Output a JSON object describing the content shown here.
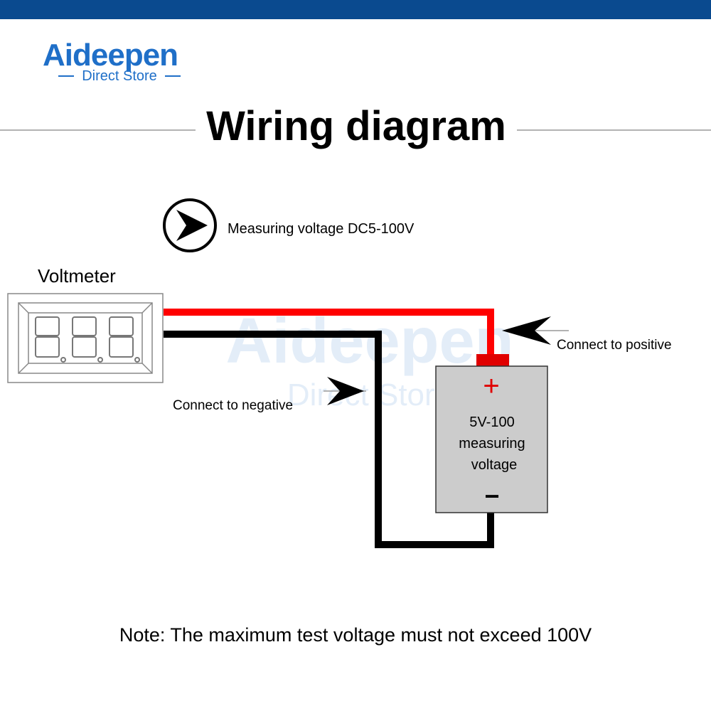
{
  "brand": {
    "logo_text": "Aideepen",
    "logo_subtext": "Direct Store",
    "bar_color": "#0a4a8f",
    "logo_color": "#1f6fc8"
  },
  "title": "Wiring diagram",
  "spec_label": "Measuring voltage DC5-100V",
  "voltmeter_label": "Voltmeter",
  "battery": {
    "plus": "+",
    "line1": "5V-100",
    "line2": "measuring",
    "line3": "voltage",
    "minus": "−"
  },
  "annotations": {
    "positive": "Connect to positive",
    "negative": "Connect to negative"
  },
  "note": "Note: The maximum test voltage must not exceed 100V",
  "colors": {
    "positive_wire": "#ff0000",
    "negative_wire": "#000000",
    "battery_fill": "#cccccc"
  }
}
